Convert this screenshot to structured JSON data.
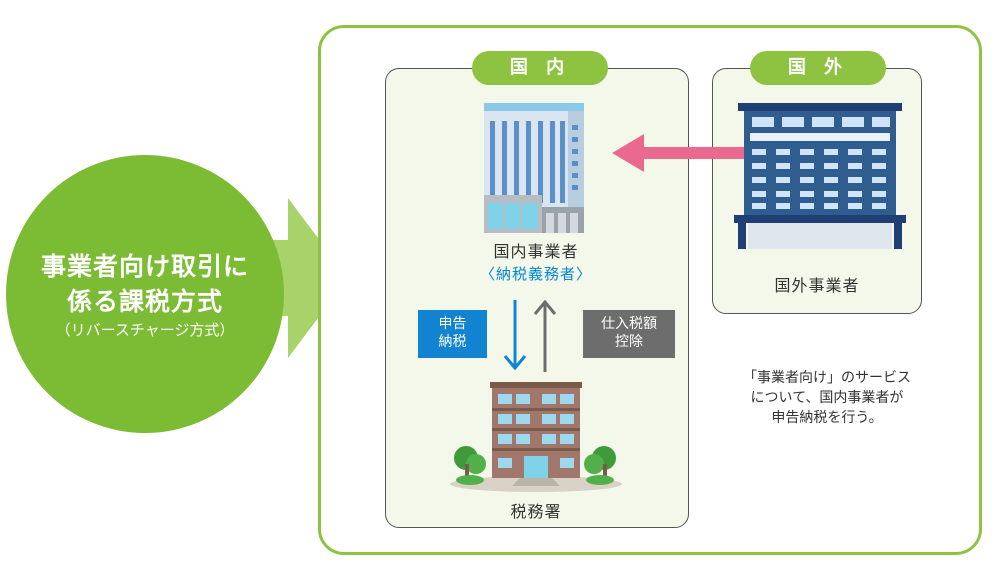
{
  "circle": {
    "line1": "事業者向け取引に",
    "line2": "係る課税方式",
    "line3": "（リバースチャージ方式）"
  },
  "domestic": {
    "header": "国 内",
    "business_label": "国内事業者",
    "business_sub": "〈納税義務者〉",
    "file_tag_line1": "申告",
    "file_tag_line2": "納税",
    "deduct_tag_line1": "仕入税額",
    "deduct_tag_line2": "控除",
    "tax_office_label": "税務署"
  },
  "foreign": {
    "header": "国 外",
    "business_label": "国外事業者"
  },
  "note": {
    "line1": "「事業者向け」のサービス",
    "line2": "について、国内事業者が",
    "line3": "申告納税を行う。"
  },
  "colors": {
    "green": "#7cbb34",
    "light_green": "#a8d36b",
    "pink_arrow": "#e96a8e",
    "blue_tag": "#1183d0",
    "gray_tag": "#6d6d6d"
  }
}
